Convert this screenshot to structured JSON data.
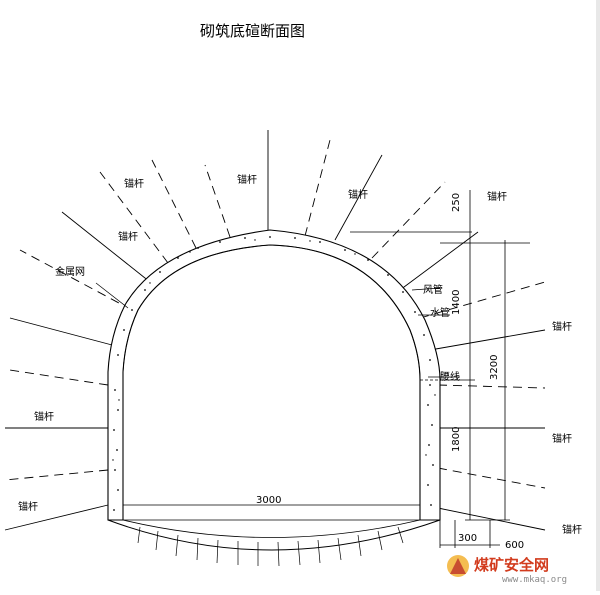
{
  "title": "砌筑底碹断面图",
  "labels": {
    "anchor_left_1": "锚杆",
    "anchor_left_2": "锚杆",
    "anchor_top": "锚杆",
    "anchor_top_right": "锚杆",
    "anchor_right_top": "锚杆",
    "anchor_right_mid": "锚杆",
    "anchor_right_low": "锚杆",
    "anchor_right_bottom": "锚杆",
    "anchor_left_mid": "锚杆",
    "anchor_left_bottom": "锚杆",
    "metal_mesh": "金属网",
    "wind_pipe": "风管",
    "water_pipe": "水管",
    "waist_line": "腰线"
  },
  "dimensions": {
    "d250": "250",
    "d1400": "1400",
    "d3200": "3200",
    "d1800": "1800",
    "d3000": "3000",
    "d300": "300",
    "d600": "600"
  },
  "watermark": {
    "text": "煤矿安全网",
    "url": "www.mkaq.org",
    "color": "#d23c1e"
  }
}
